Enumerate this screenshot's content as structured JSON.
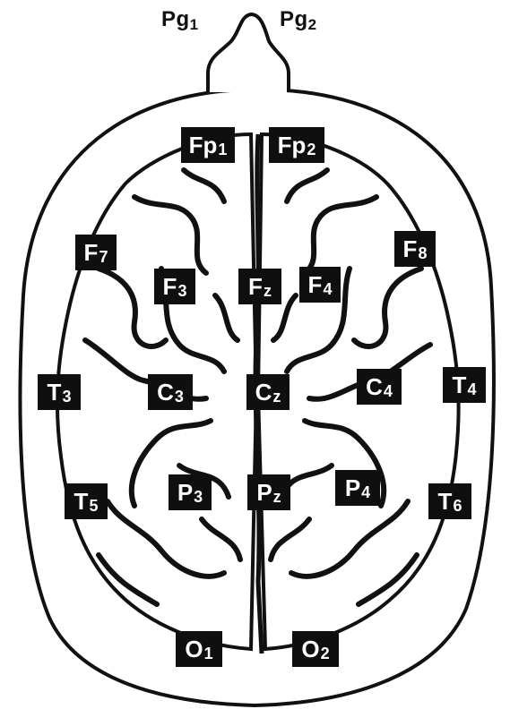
{
  "diagram": {
    "references": [
      {
        "id": "pg1",
        "letters": "Pg",
        "sub": "1"
      },
      {
        "id": "pg2",
        "letters": "Pg",
        "sub": "2"
      }
    ],
    "electrodes": [
      {
        "id": "fp1",
        "letters": "Fp",
        "sub": "1"
      },
      {
        "id": "fp2",
        "letters": "Fp",
        "sub": "2"
      },
      {
        "id": "f7",
        "letters": "F",
        "sub": "7"
      },
      {
        "id": "f8",
        "letters": "F",
        "sub": "8"
      },
      {
        "id": "f3",
        "letters": "F",
        "sub": "3"
      },
      {
        "id": "fz",
        "letters": "F",
        "sub": "z"
      },
      {
        "id": "f4",
        "letters": "F",
        "sub": "4"
      },
      {
        "id": "t3",
        "letters": "T",
        "sub": "3"
      },
      {
        "id": "c3",
        "letters": "C",
        "sub": "3"
      },
      {
        "id": "cz",
        "letters": "C",
        "sub": "z"
      },
      {
        "id": "c4",
        "letters": "C",
        "sub": "4"
      },
      {
        "id": "t4",
        "letters": "T",
        "sub": "4"
      },
      {
        "id": "t5",
        "letters": "T",
        "sub": "5"
      },
      {
        "id": "p3",
        "letters": "P",
        "sub": "3"
      },
      {
        "id": "pz",
        "letters": "P",
        "sub": "z"
      },
      {
        "id": "p4",
        "letters": "P",
        "sub": "4"
      },
      {
        "id": "t6",
        "letters": "T",
        "sub": "6"
      },
      {
        "id": "o1",
        "letters": "O",
        "sub": "1"
      },
      {
        "id": "o2",
        "letters": "O",
        "sub": "2"
      }
    ]
  }
}
